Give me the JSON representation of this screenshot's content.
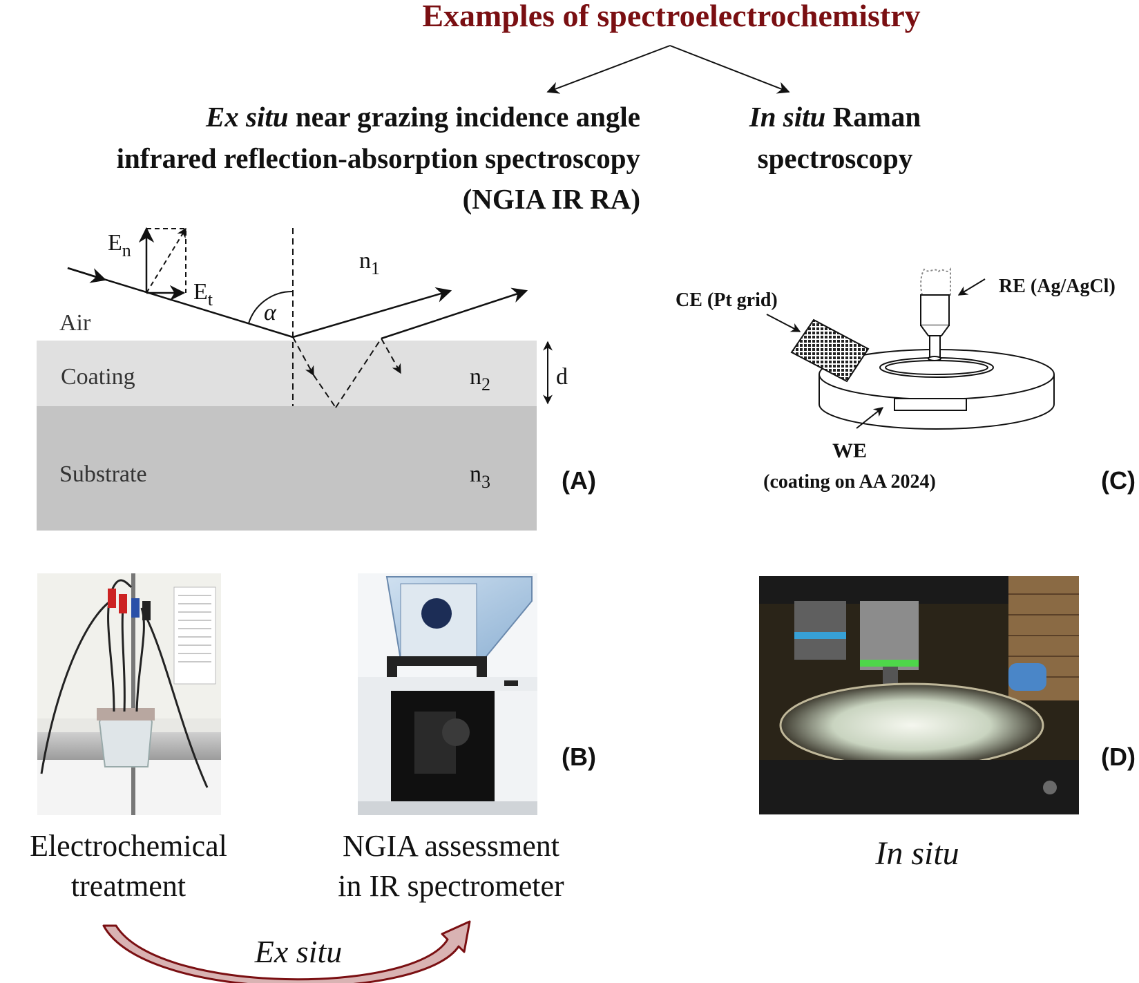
{
  "title": "Examples of spectroelectrochemistry",
  "colors": {
    "title": "#7a0f12",
    "arc_fill": "#d9b3b3",
    "arc_stroke": "#7a0f12",
    "coating": "#e0e0e0",
    "substrate": "#c4c4c4",
    "text": "#111111"
  },
  "branches": {
    "ex_situ": {
      "line1_italic": "Ex situ",
      "line1_rest": " near grazing incidence angle",
      "line2": "infrared reflection-absorption spectroscopy",
      "line3": "(NGIA IR RA)"
    },
    "in_situ": {
      "line1_italic": "In situ",
      "line1_rest": " Raman",
      "line2": "spectroscopy"
    }
  },
  "panel_a": {
    "label": "(A)",
    "air": "Air",
    "coating": "Coating",
    "substrate": "Substrate",
    "en": "E",
    "en_sub": "n",
    "et": "E",
    "et_sub": "t",
    "n1": "n",
    "n1_sub": "1",
    "n2": "n",
    "n2_sub": "2",
    "n3": "n",
    "n3_sub": "3",
    "alpha": "α",
    "d": "d"
  },
  "panel_b": {
    "label": "(B)",
    "photo1_name": "electrochemical-cell-photo",
    "photo2_name": "ir-spectrometer-photo",
    "caption1_line1": "Electrochemical",
    "caption1_line2": "treatment",
    "caption2_line1": "NGIA assessment",
    "caption2_line2": "in IR spectrometer",
    "ex_situ_arrow": "Ex situ"
  },
  "panel_c": {
    "label": "(C)",
    "ce": "CE (Pt grid)",
    "re": "RE (Ag/AgCl)",
    "we": "WE",
    "we_sub": "(coating on AA 2024)"
  },
  "panel_d": {
    "label": "(D)",
    "photo_name": "raman-microscope-photo",
    "caption": "In situ"
  }
}
